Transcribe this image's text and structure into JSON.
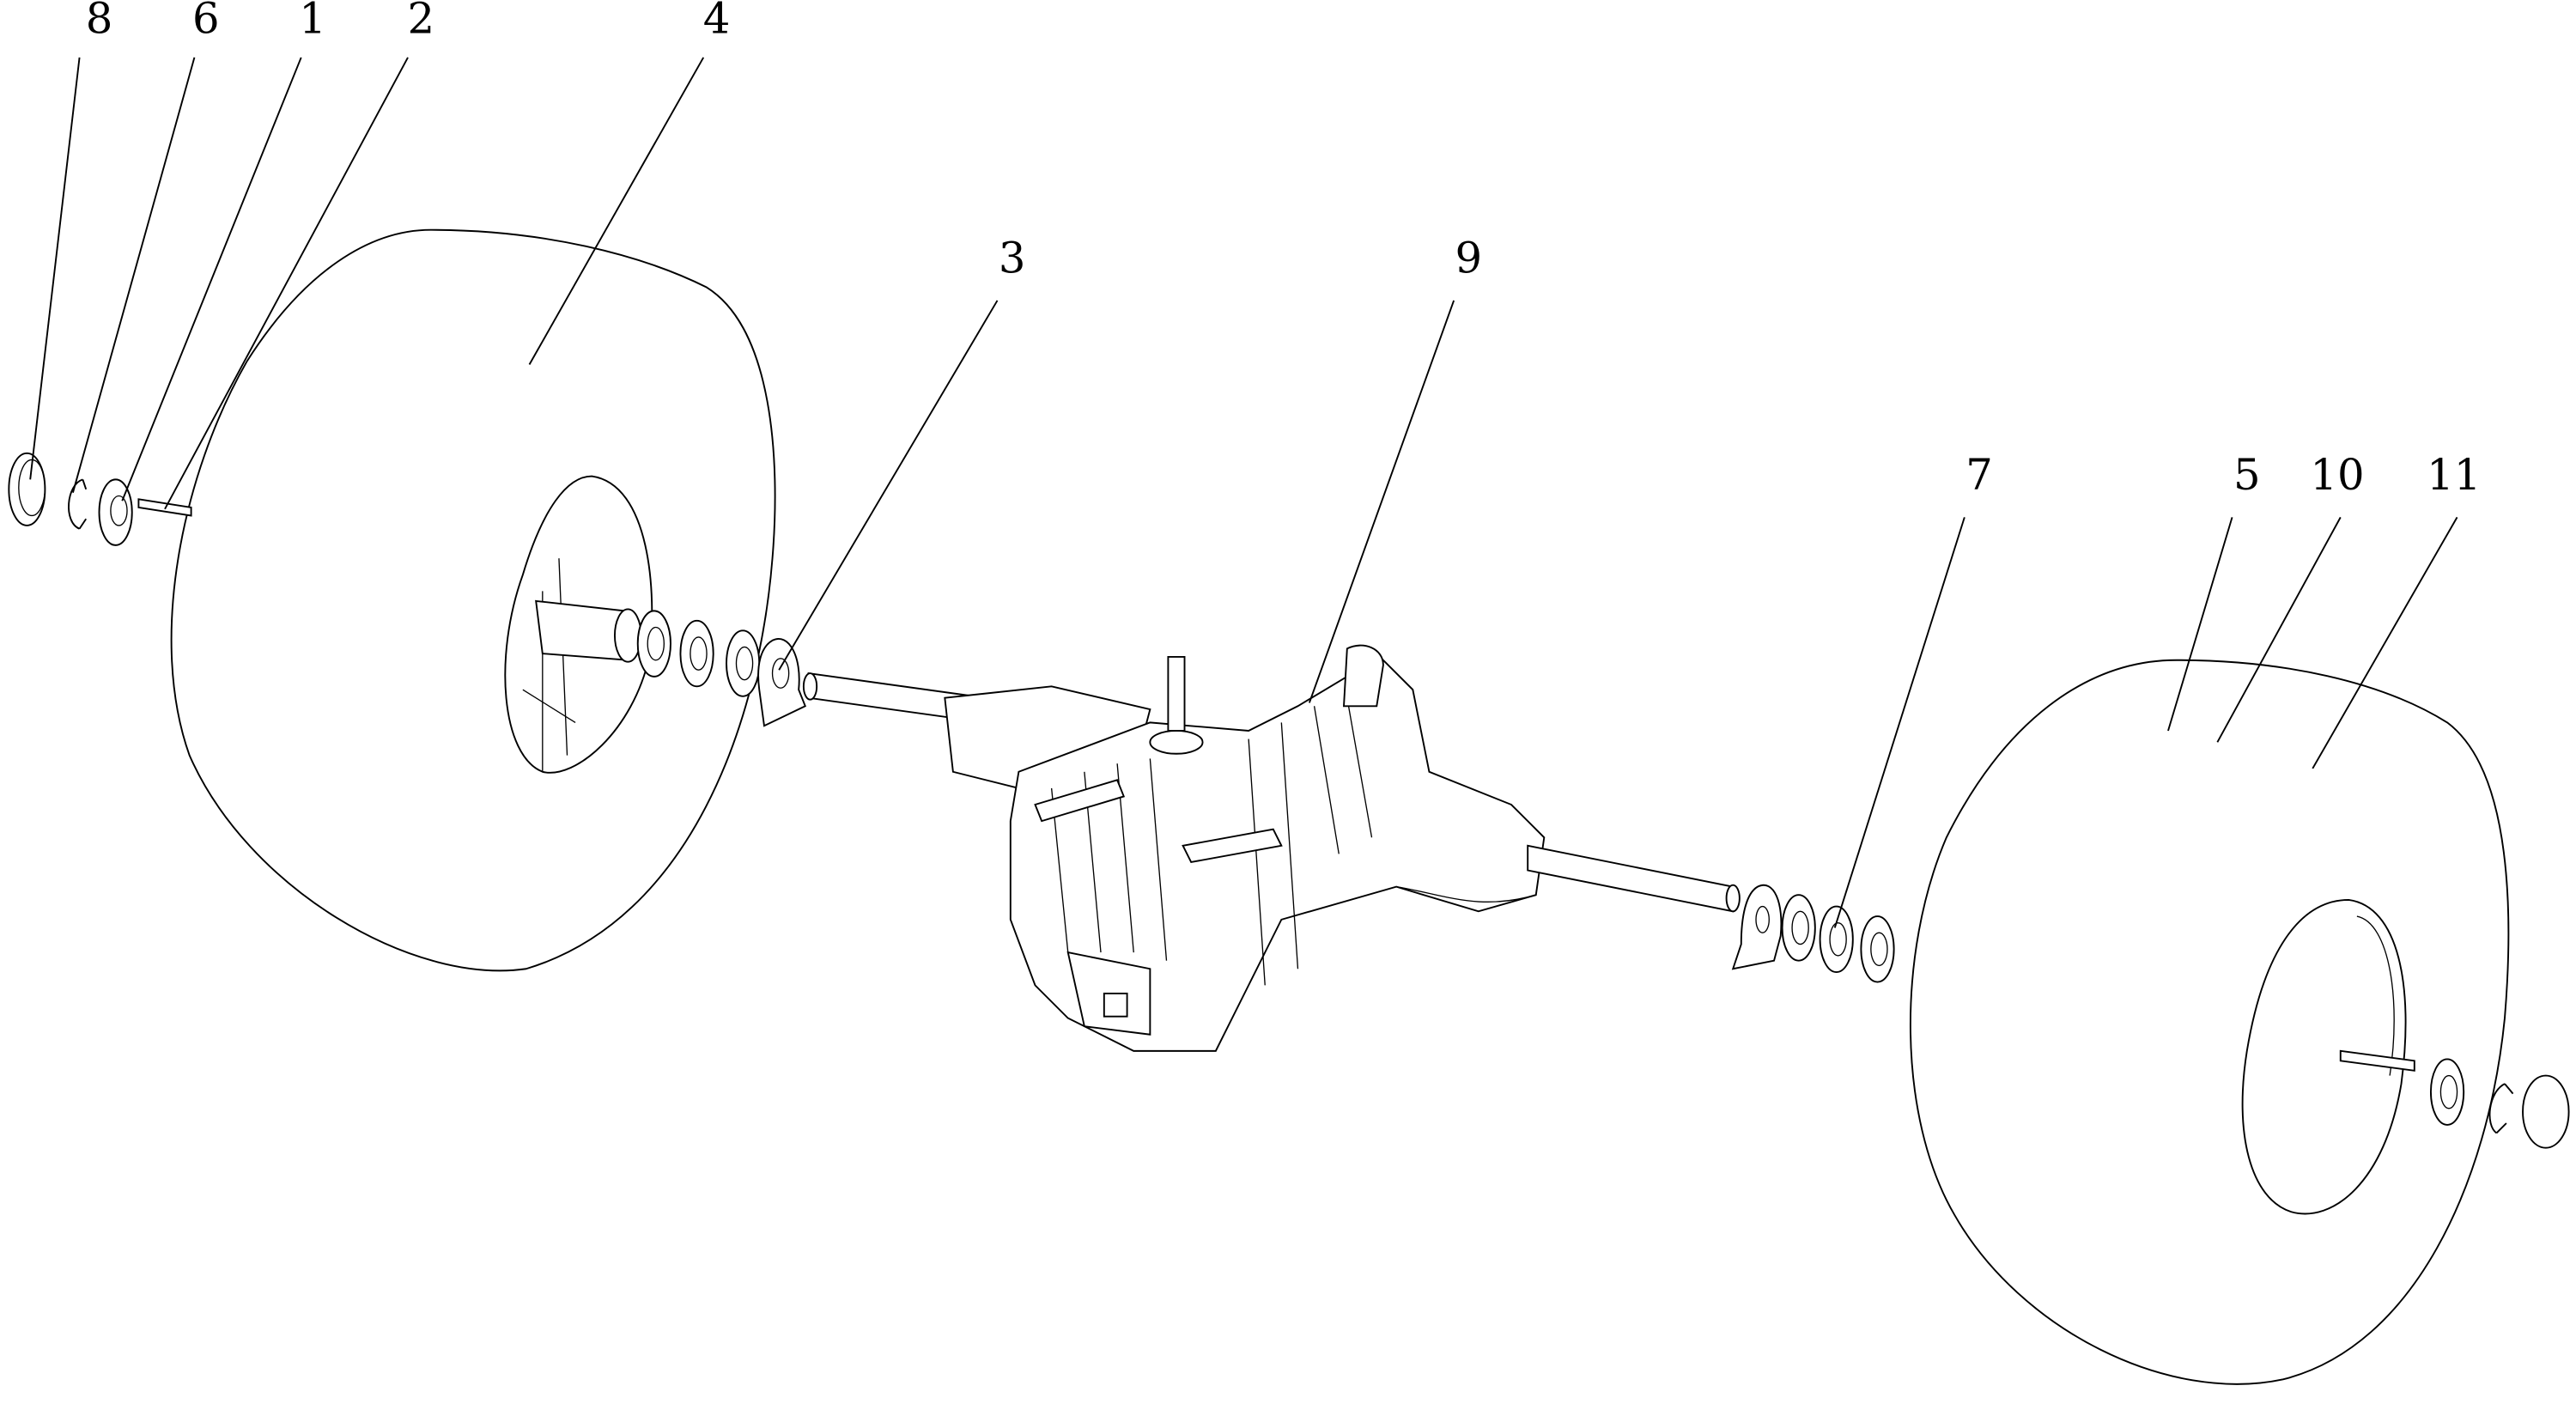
{
  "diagram": {
    "type": "exploded parts diagram",
    "callouts": [
      {
        "id": "8",
        "label": "8"
      },
      {
        "id": "6",
        "label": "6"
      },
      {
        "id": "1",
        "label": "1"
      },
      {
        "id": "2",
        "label": "2"
      },
      {
        "id": "4",
        "label": "4"
      },
      {
        "id": "3",
        "label": "3"
      },
      {
        "id": "9",
        "label": "9"
      },
      {
        "id": "7",
        "label": "7"
      },
      {
        "id": "5",
        "label": "5"
      },
      {
        "id": "10",
        "label": "10"
      },
      {
        "id": "11",
        "label": "11"
      }
    ]
  }
}
